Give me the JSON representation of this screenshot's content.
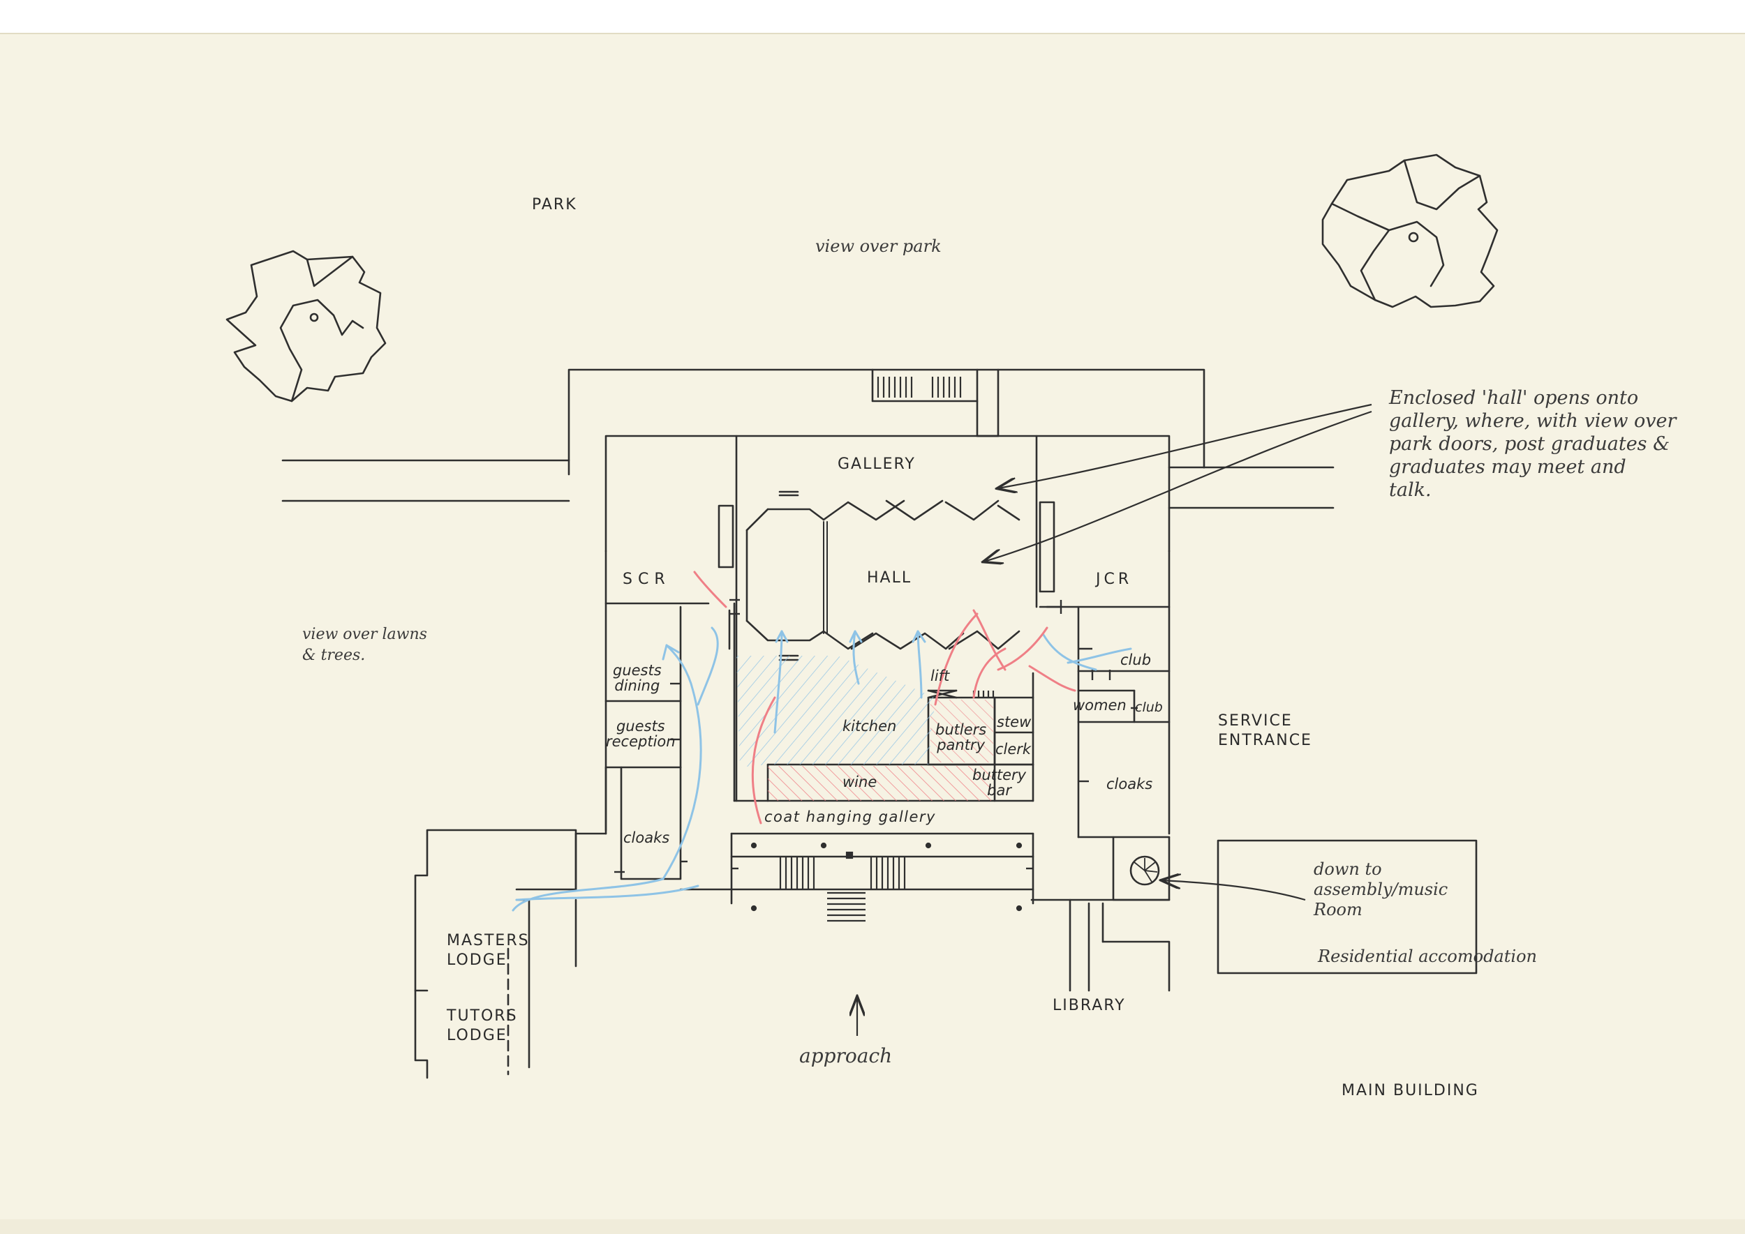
{
  "labels": {
    "park": "PARK",
    "gallery": "GALLERY",
    "hall": "HALL",
    "scr": "SCR",
    "jcr": "JCR",
    "service_entrance_1": "SERVICE",
    "service_entrance_2": "ENTRANCE",
    "masters_lodge_1": "MASTERS",
    "masters_lodge_2": "LODGE",
    "tutors_lodge_1": "TUTORS",
    "tutors_lodge_2": "LODGE",
    "library": "LIBRARY",
    "main_building": "MAIN BUILDING"
  },
  "rooms": {
    "guests_dining_1": "guests",
    "guests_dining_2": "dining",
    "guests_reception_1": "guests",
    "guests_reception_2": "reception",
    "cloaks_left": "cloaks",
    "kitchen": "kitchen",
    "lift": "lift",
    "butlers_pantry_1": "butlers",
    "butlers_pantry_2": "pantry",
    "stew": "stew",
    "clerk": "clerk",
    "buttery_bar_1": "buttery",
    "buttery_bar_2": "bar",
    "wine": "wine",
    "coat_hanging_gallery": "coat hanging gallery",
    "club_top": "club",
    "women": "women",
    "club_small": "club",
    "cloaks_right": "cloaks"
  },
  "notes": {
    "view_over_park": "view over park",
    "view_over_lawns_1": "view over lawns",
    "view_over_lawns_2": "& trees.",
    "enclosed_hall_1": "Enclosed 'hall' opens onto",
    "enclosed_hall_2": "gallery, where, with view over",
    "enclosed_hall_3": "park doors, post graduates &",
    "enclosed_hall_4": "graduates may meet and",
    "enclosed_hall_5": "talk.",
    "down_to_1": "down to",
    "down_to_2": "assembly/music",
    "down_to_3": "Room",
    "residential": "Residential accomodation",
    "approach": "approach"
  },
  "colors": {
    "paper": "#f6f3e4",
    "ink": "#2f2f2f",
    "blue_pencil": "#8ec3e6",
    "red_pencil": "#ef7f86"
  }
}
